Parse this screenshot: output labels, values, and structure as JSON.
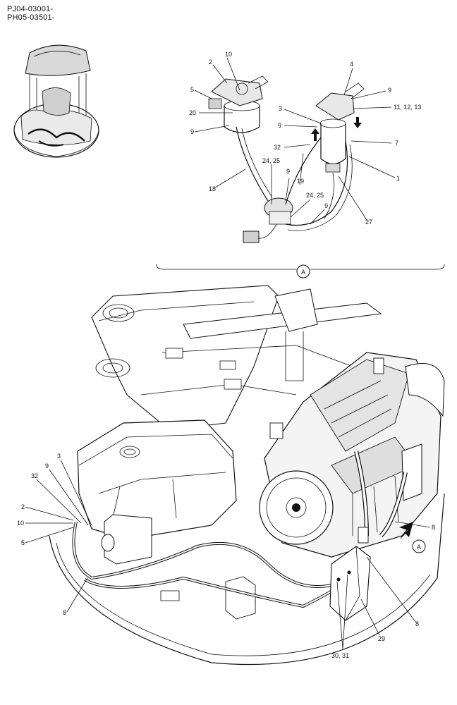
{
  "header": {
    "line1": "PJ04-03001-",
    "line2": "PH05-03501-"
  },
  "detail_marker": "A",
  "callouts_detail": [
    "10",
    "2",
    "5",
    "20",
    "9",
    "4",
    "9",
    "3",
    "11, 12, 13",
    "9",
    "7",
    "32",
    "24, 25",
    "1",
    "18",
    "9",
    "19",
    "24, 25",
    "9",
    "27"
  ],
  "callouts_main": [
    "3",
    "9",
    "32",
    "2",
    "10",
    "5",
    "8",
    "8",
    "A",
    "8",
    "29",
    "30, 31"
  ]
}
